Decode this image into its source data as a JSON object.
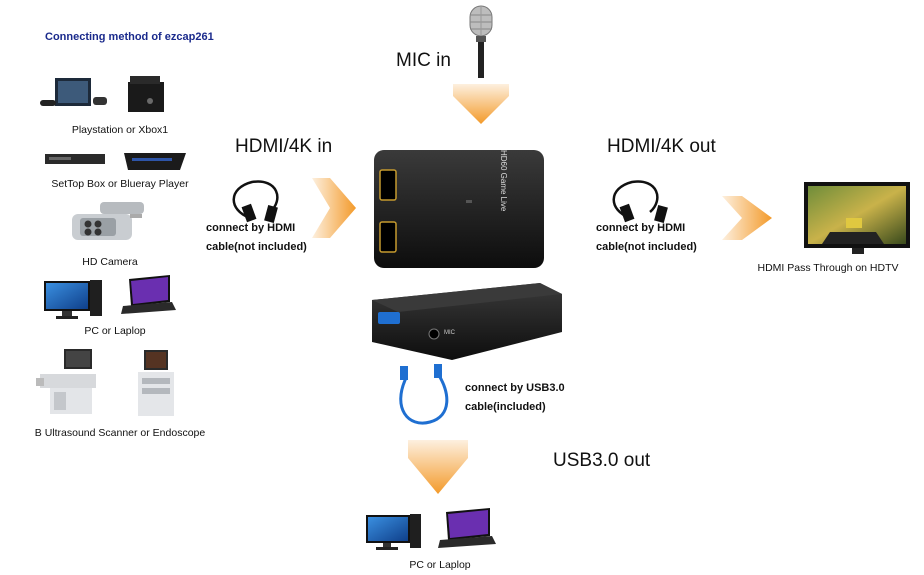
{
  "title": "Connecting method of ezcap261",
  "sources": [
    {
      "label": "Playstation or Xbox1",
      "icon": "game-console-icon"
    },
    {
      "label": "SetTop Box or Blueray Player",
      "icon": "settop-box-icon"
    },
    {
      "label": "HD Camera",
      "icon": "camera-icon"
    },
    {
      "label": "PC or Laplop",
      "icon": "pc-laptop-icon"
    },
    {
      "label": "B Ultrasound Scanner or Endoscope",
      "icon": "ultrasound-icon"
    }
  ],
  "mic": {
    "label": "MIC in"
  },
  "hdmi_in": {
    "title": "HDMI/4K in",
    "line1": "connect by HDMI",
    "line2": "cable(not included)"
  },
  "hdmi_out": {
    "title": "HDMI/4K out",
    "line1": "connect by HDMI",
    "line2": "cable(not included)"
  },
  "tv": {
    "label": "HDMI Pass Through on HDTV"
  },
  "device": {
    "brand": "HD60 Game Live",
    "port_label": "MIC"
  },
  "usb": {
    "title": "USB3.0 out",
    "line1": "connect by USB3.0",
    "line2": "cable(included)"
  },
  "output_pc": {
    "label": "PC or Laplop"
  },
  "colors": {
    "arrow": "#f39a2a",
    "heading": "#1a2a8c",
    "usb_cable": "#1f6fd1"
  }
}
